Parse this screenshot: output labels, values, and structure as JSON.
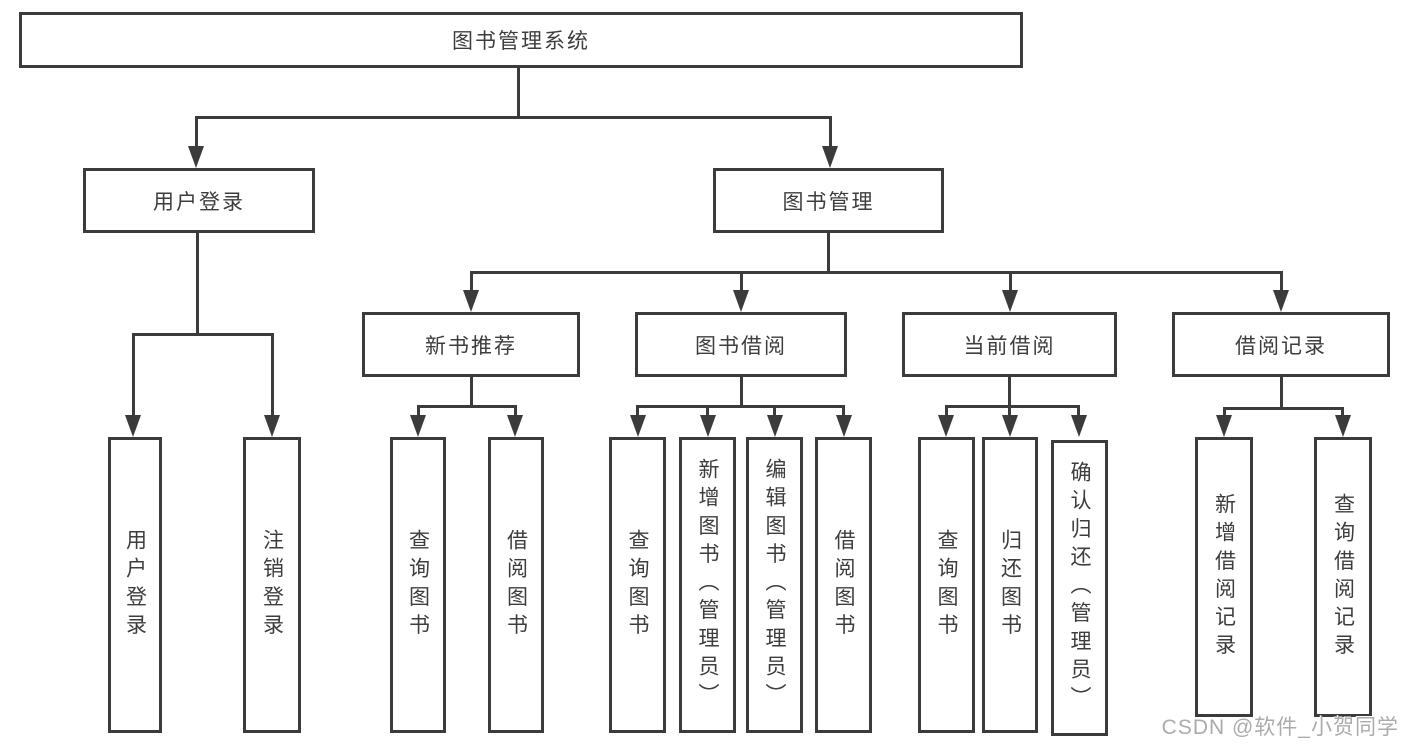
{
  "diagram": {
    "type": "hierarchy-tree",
    "tree": {
      "label": "图书管理系统",
      "children": [
        {
          "label": "用户登录",
          "children": [
            {
              "label": "用户登录"
            },
            {
              "label": "注销登录"
            }
          ]
        },
        {
          "label": "图书管理",
          "children": [
            {
              "label": "新书推荐",
              "children": [
                {
                  "label": "查询图书"
                },
                {
                  "label": "借阅图书"
                }
              ]
            },
            {
              "label": "图书借阅",
              "children": [
                {
                  "label": "查询图书"
                },
                {
                  "label": "新增图书（管理员）"
                },
                {
                  "label": "编辑图书（管理员）"
                },
                {
                  "label": "借阅图书"
                }
              ]
            },
            {
              "label": "当前借阅",
              "children": [
                {
                  "label": "查询图书"
                },
                {
                  "label": "归还图书"
                },
                {
                  "label": "确认归还（管理员）"
                }
              ]
            },
            {
              "label": "借阅记录",
              "children": [
                {
                  "label": "新增借阅记录"
                },
                {
                  "label": "查询借阅记录"
                }
              ]
            }
          ]
        }
      ]
    },
    "colors": {
      "line": "#3b3b3b",
      "text": "#3d3d3d",
      "watermark": "#ababab",
      "background": "#ffffff"
    }
  },
  "watermark": {
    "text": "CSDN @软件_小贺同学"
  }
}
